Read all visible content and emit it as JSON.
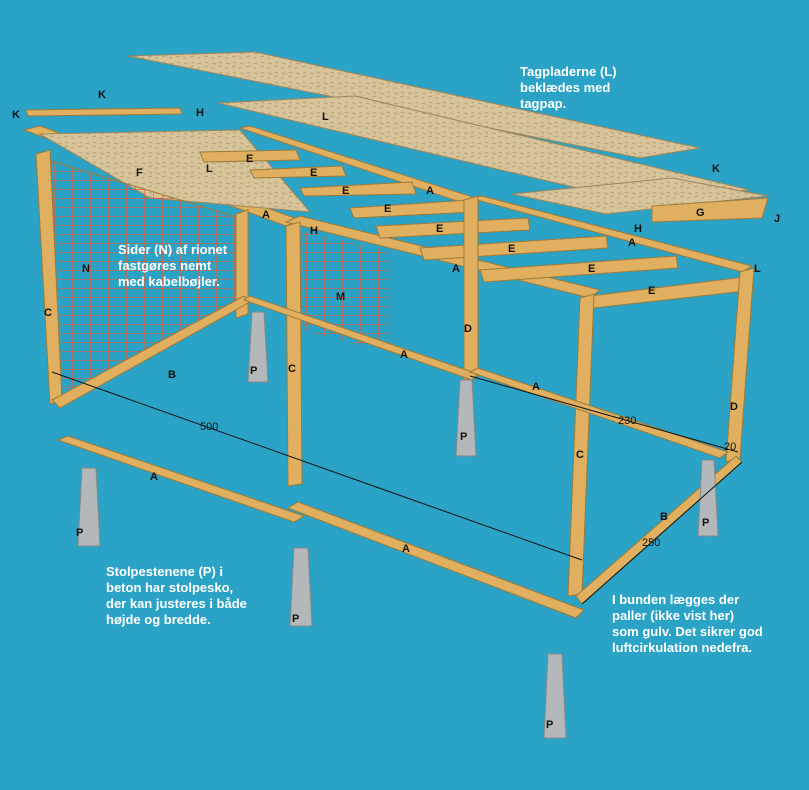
{
  "notes": {
    "roof": "Tagpladerne (L)\nbeklædes med\ntagpap.",
    "sides": "Sider (N) af rionet\nfastgøres nemt\nmed kabelbøjler.",
    "posts": "Stolpestenene (P) i\nbeton har stolpesko,\nder kan justeres i både\nhøjde og bredde.",
    "floor": "I bunden lægges der\npaller (ikke vist her)\nsom gulv. Det sikrer god\nluftcirkulation nedefra."
  },
  "part_letters": {
    "a": "A",
    "b": "B",
    "c": "C",
    "d": "D",
    "e": "E",
    "f": "F",
    "g": "G",
    "h": "H",
    "j": "J",
    "k": "K",
    "l": "L",
    "m": "M",
    "n": "N",
    "p": "P"
  },
  "dimensions": {
    "length": "500",
    "depth": "230",
    "width": "250",
    "offset": "20"
  },
  "colors": {
    "background": "#2aa3c6",
    "wood": "#e0b060",
    "wood_dark": "#b88a3e",
    "osb": "#d8c49a",
    "mesh": "#d9603a",
    "concrete": "#b5b8ba",
    "text": "#ffffff"
  }
}
